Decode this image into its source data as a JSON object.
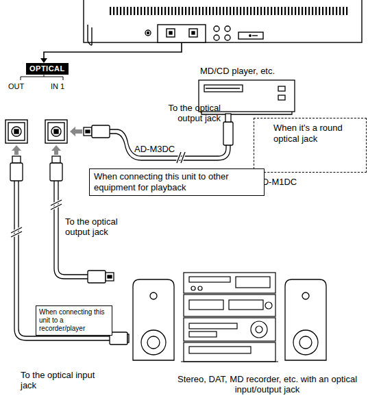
{
  "diagram": {
    "nodes": [
      {
        "text": [
          "OPTICAL"
        ]
      },
      {
        "text": [
          "When it's a round optical jack"
        ]
      },
      {
        "text": [
          "When connecting this unit to other equipment for playback"
        ]
      },
      {
        "text": [
          "When connecting this unit to a recorder/player"
        ]
      }
    ],
    "labels": [
      "OUT",
      "IN 1",
      "MD/CD player, etc.",
      "To the optical output jack",
      "AD-M3DC",
      "AD-M1DC",
      "To the optical output jack",
      "To the optical input jack",
      "Stereo, DAT, MD recorder, etc. with an optical input/output jack"
    ]
  }
}
